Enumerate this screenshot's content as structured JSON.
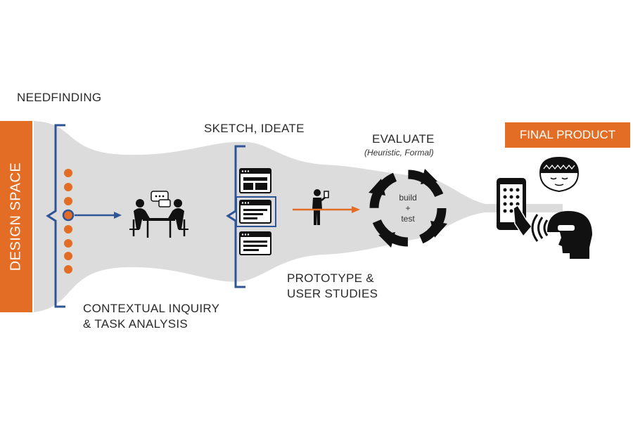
{
  "stages": {
    "needfinding": "NEEDFINDING",
    "design_space": "DESIGN SPACE",
    "sketch_ideate": "SKETCH, IDEATE",
    "evaluate": "EVALUATE",
    "evaluate_methods": "(Heuristic, Formal)",
    "final_product": "FINAL PRODUCT",
    "contextual_inquiry_line1": "CONTEXTUAL INQUIRY",
    "contextual_inquiry_line2": "& TASK ANALYSIS",
    "prototype_line1": "PROTOTYPE &",
    "prototype_line2": "USER STUDIES"
  },
  "cycle": {
    "build": "build",
    "plus": "+",
    "test": "test"
  },
  "colors": {
    "accent_orange": "#e36d25",
    "bracket_blue": "#2f5597",
    "funnel_gray": "#dcdcdc",
    "icon_black": "#111111"
  }
}
